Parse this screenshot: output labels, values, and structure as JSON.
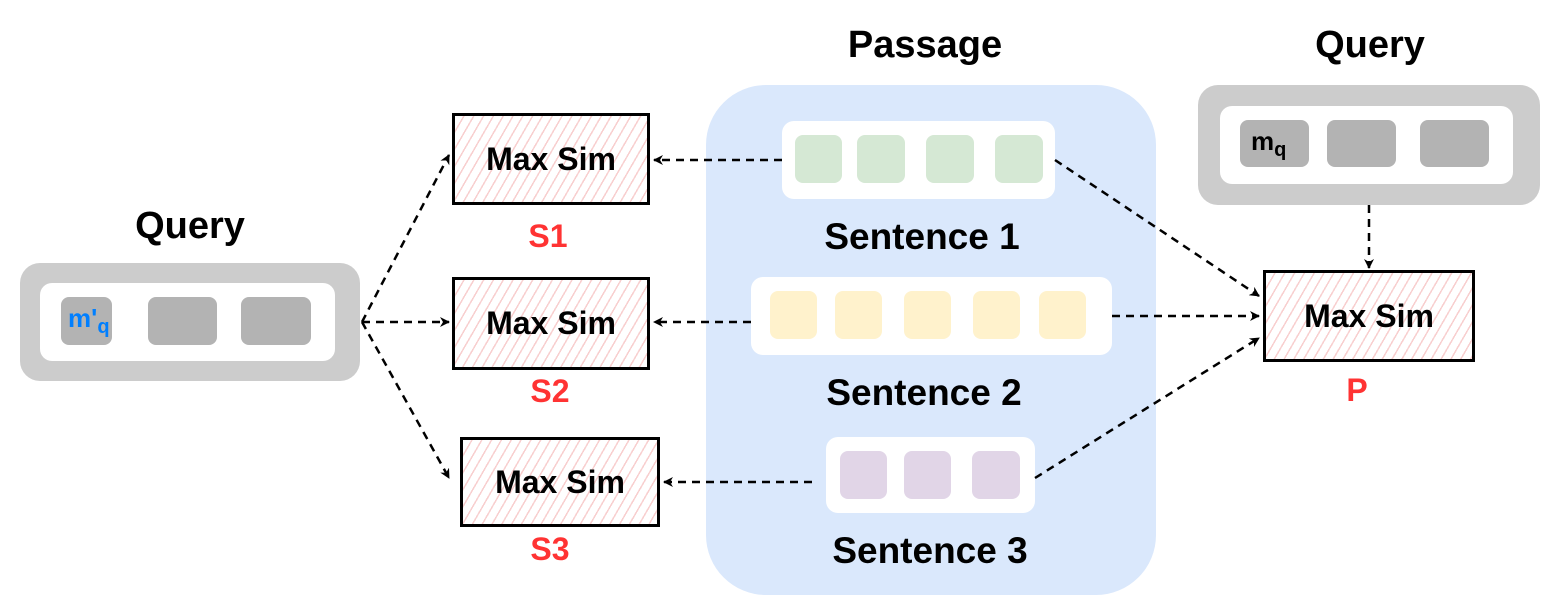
{
  "left_query": {
    "title": "Query",
    "token_label_main": "m'",
    "token_label_sub": "q",
    "token_color": "#007fff"
  },
  "right_query": {
    "title": "Query",
    "token_label_main": "m",
    "token_label_sub": "q"
  },
  "passage": {
    "title": "Passage",
    "sentences": [
      "Sentence 1",
      "Sentence 2",
      "Sentence 3"
    ],
    "colors": [
      "#d5e8d4",
      "#fff2cc",
      "#e1d5e7"
    ]
  },
  "maxsim": {
    "label": "Max Sim",
    "scores": [
      "S1",
      "S2",
      "S3"
    ],
    "passage_score": "P"
  }
}
